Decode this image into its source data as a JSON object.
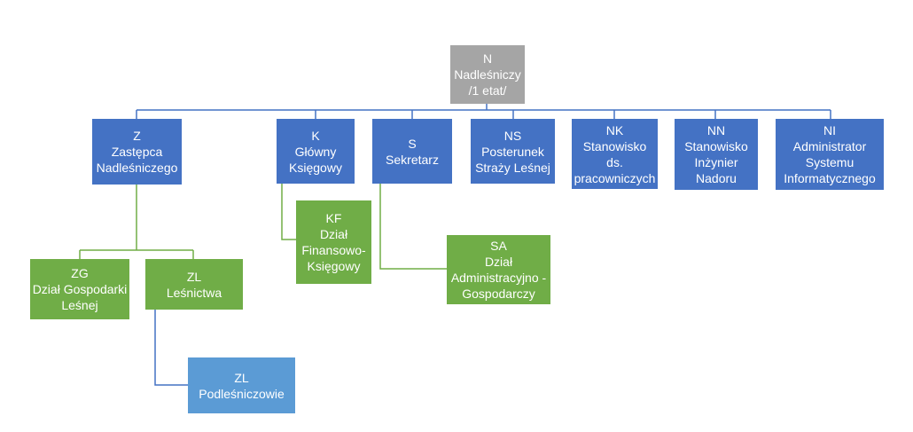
{
  "colors": {
    "root": "#a5a5a5",
    "department": "#4472c4",
    "unit": "#70ad47",
    "subunit": "#5b9bd5",
    "blue_line": "#4472c4",
    "green_line": "#70ad47"
  },
  "nodes": {
    "n": {
      "code": "N",
      "title": "Nadleśniczy",
      "note": "/1 etat/"
    },
    "z": {
      "code": "Z",
      "line1": "Zastępca",
      "line2": "Nadleśniczego"
    },
    "k": {
      "code": "K",
      "line1": "Główny",
      "line2": "Księgowy"
    },
    "s": {
      "code": "S",
      "line1": "Sekretarz"
    },
    "ns": {
      "code": "NS",
      "line1": "Posterunek",
      "line2": "Straży Leśnej"
    },
    "nk": {
      "code": "NK",
      "line1": "Stanowisko ds.",
      "line2": "pracowniczych"
    },
    "nn": {
      "code": "NN",
      "line1": "Stanowisko",
      "line2": "Inżynier",
      "line3": "Nadoru"
    },
    "ni": {
      "code": "NI",
      "line1": "Administrator",
      "line2": "Systemu",
      "line3": "Informatycznego"
    },
    "kf": {
      "code": "KF",
      "line1": "Dział",
      "line2": "Finansowo-",
      "line3": "Księgowy"
    },
    "sa": {
      "code": "SA",
      "line1": "Dział",
      "line2": "Administracyjno -",
      "line3": "Gospodarczy"
    },
    "zg": {
      "code": "ZG",
      "line1": "Dział Gospodarki",
      "line2": "Leśnej"
    },
    "zl": {
      "code": "ZL",
      "line1": "Leśnictwa"
    },
    "zl2": {
      "code": "ZL",
      "line1": "Podleśniczowie"
    }
  }
}
